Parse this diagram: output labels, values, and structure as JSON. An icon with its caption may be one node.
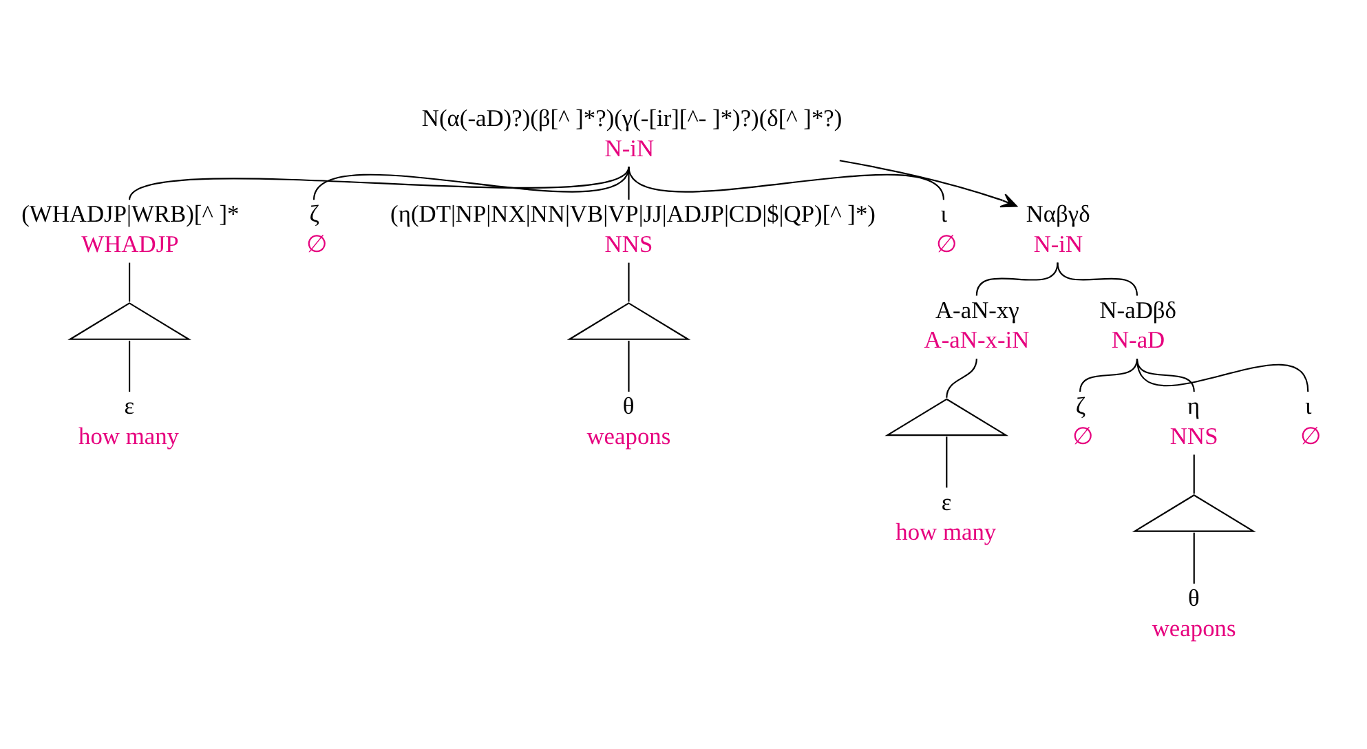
{
  "diagram": {
    "nodes": [
      {
        "text": [
          "N(α(-aD)?)(β[^ ]*?)(γ(-[ir][^- ]*)?)(δ[^ ]*?)",
          "N-iN"
        ]
      },
      {
        "text": [
          "(WHADJP|WRB)[^ ]*",
          "WHADJP"
        ]
      },
      {
        "text": [
          "ζ",
          "∅"
        ]
      },
      {
        "text": [
          "(η(DT|NP|NX|NN|VB|VP|JJ|ADJP|CD|$|QP)[^ ]*)",
          "NNS"
        ]
      },
      {
        "text": [
          "ι",
          "∅"
        ]
      },
      {
        "text": [],
        "shape": "triangle"
      },
      {
        "text": [
          "ε",
          "how many"
        ]
      },
      {
        "text": [],
        "shape": "triangle"
      },
      {
        "text": [
          "θ",
          "weapons"
        ]
      },
      {
        "text": [
          "Nαβγδ",
          "N-iN"
        ]
      },
      {
        "text": [
          "A-aN-xγ",
          "A-aN-x-iN"
        ]
      },
      {
        "text": [
          "N-aDβδ",
          "N-aD"
        ]
      },
      {
        "text": [],
        "shape": "triangle"
      },
      {
        "text": [
          "ε",
          "how many"
        ]
      },
      {
        "text": [
          "ζ",
          "∅"
        ]
      },
      {
        "text": [
          "η",
          "NNS"
        ]
      },
      {
        "text": [
          "ι",
          "∅"
        ]
      },
      {
        "text": [],
        "shape": "triangle"
      },
      {
        "text": [
          "θ",
          "weapons"
        ]
      }
    ],
    "edges": [
      {
        "from": 0,
        "to": 1,
        "arrow": "none"
      },
      {
        "from": 0,
        "to": 2,
        "arrow": "none"
      },
      {
        "from": 0,
        "to": 3,
        "arrow": "none"
      },
      {
        "from": 0,
        "to": 4,
        "arrow": "none"
      },
      {
        "from": 1,
        "to": 5,
        "arrow": "none"
      },
      {
        "from": 5,
        "to": 6,
        "arrow": "none"
      },
      {
        "from": 3,
        "to": 7,
        "arrow": "none"
      },
      {
        "from": 7,
        "to": 8,
        "arrow": "none"
      },
      {
        "from": 0,
        "to": 9,
        "arrow": "to"
      },
      {
        "from": 9,
        "to": 10,
        "arrow": "none"
      },
      {
        "from": 9,
        "to": 11,
        "arrow": "none"
      },
      {
        "from": 10,
        "to": 12,
        "arrow": "none"
      },
      {
        "from": 12,
        "to": 13,
        "arrow": "none"
      },
      {
        "from": 11,
        "to": 14,
        "arrow": "none"
      },
      {
        "from": 11,
        "to": 15,
        "arrow": "none"
      },
      {
        "from": 11,
        "to": 16,
        "arrow": "none"
      },
      {
        "from": 15,
        "to": 17,
        "arrow": "none"
      },
      {
        "from": 17,
        "to": 18,
        "arrow": "none"
      }
    ]
  }
}
